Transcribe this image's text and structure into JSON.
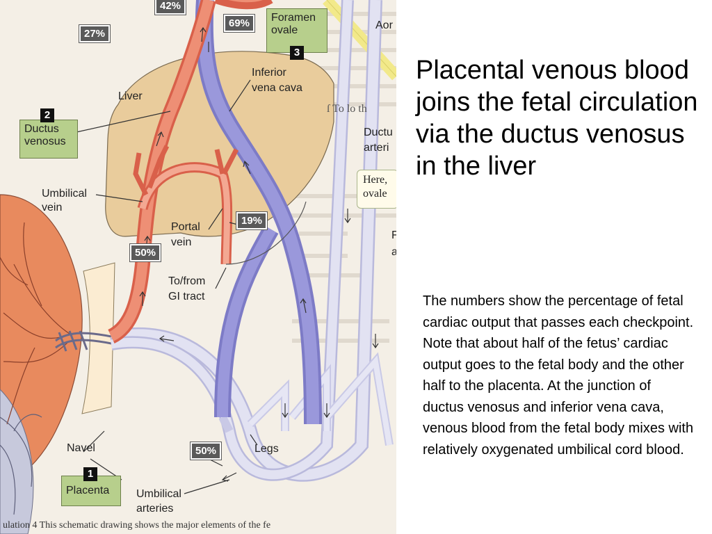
{
  "slide": {
    "title": "Placental venous blood joins the fetal circulation via the ductus venosus in the liver",
    "body": "The numbers show the percentage of fetal cardiac output that passes each checkpoint.  Note that about half of the fetus’ cardiac output goes to the fetal body and the other half to the placenta.  At the junction of ductus venosus and inferior vena cava, venous blood from the fetal body mixes with relatively oxygenated umbilical cord blood."
  },
  "figure": {
    "percentages": {
      "top": "42%",
      "left_top": "27%",
      "foramen": "69%",
      "portal": "19%",
      "umbilical_vein": "50%",
      "umbilical_arteries": "50%"
    },
    "labels": {
      "liver": "Liver",
      "ivc_line1": "Inferior",
      "ivc_line2": "vena cava",
      "umbilical_vein_line1": "Umbilical",
      "umbilical_vein_line2": "vein",
      "portal_line1": "Portal",
      "portal_line2": "vein",
      "gi_line1": "To/from",
      "gi_line2": "GI tract",
      "navel": "Navel",
      "legs": "Legs",
      "umb_art_line1": "Umbilical",
      "umb_art_line2": "arteries",
      "aorta_partial": "Aor",
      "ductus_partial_line1": "Ductu",
      "ductus_partial_line2": "arteri",
      "right_partial_1": "F",
      "right_partial_2": "a"
    },
    "boxes": {
      "foramen_line1": "Foramen",
      "foramen_line2": "ovale",
      "foramen_num": "3",
      "ductus_line1": "Ductus",
      "ductus_line2": "venosus",
      "ductus_num": "2",
      "placenta": "Placenta",
      "placenta_num": "1"
    },
    "note_box": {
      "line1": "Here,",
      "line2": "ovale"
    },
    "caption": "ulation  4  This schematic drawing shows the major elements of the fe"
  },
  "colors": {
    "vein_red": "#ee8f75",
    "vein_red_dark": "#d9604a",
    "ivc_purple": "#8f8dd3",
    "artery_lavender": "#d6d6ec",
    "liver_tan": "#e9cc9c",
    "placenta_salmon": "#e88a5e",
    "green_box": "#b7cf8c",
    "pct_badge": "#5a5a5a",
    "aorta_yellow": "#f2e98a"
  }
}
